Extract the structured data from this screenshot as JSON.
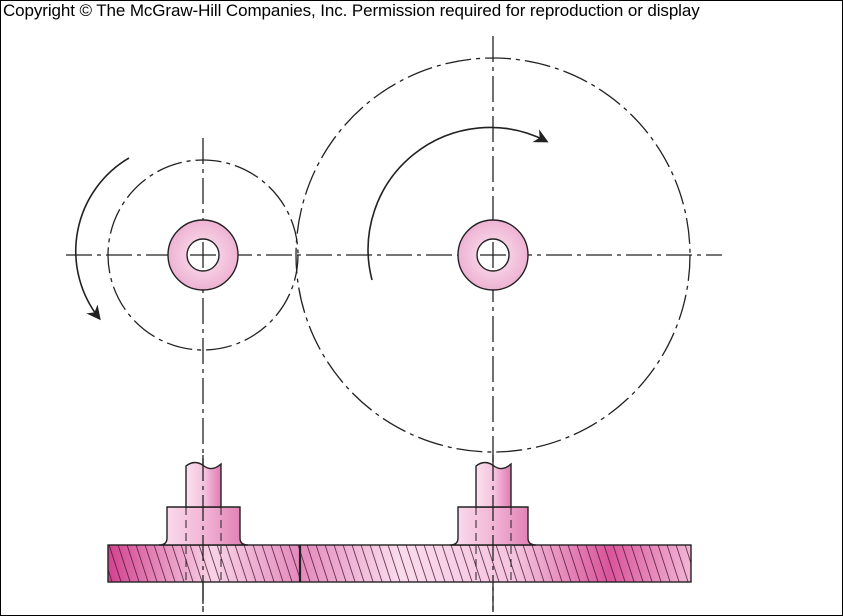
{
  "copyright": "Copyright © The McGraw-Hill Companies, Inc. Permission required for reproduction or display",
  "colors": {
    "hub_fill": "#f0c0da",
    "hub_hole": "#ffffff",
    "base_hatch": "#d2428f",
    "base_light": "#f7d3e6",
    "shaft_light": "#fbe1ef",
    "shaft_dark": "#e07bb3",
    "line": "#222222"
  },
  "diagram": {
    "elements": [
      {
        "name": "small-gear-pitch-circle",
        "kind": "dash-dot circle"
      },
      {
        "name": "large-gear-pitch-circle",
        "kind": "dash-dot circle"
      },
      {
        "name": "small-gear-hub",
        "kind": "annular hub"
      },
      {
        "name": "large-gear-hub",
        "kind": "annular hub"
      },
      {
        "name": "counterclockwise-arrow",
        "kind": "rotation arrow"
      },
      {
        "name": "clockwise-arrow",
        "kind": "rotation arrow"
      },
      {
        "name": "base-plate-section",
        "kind": "hatched cross-section"
      },
      {
        "name": "shaft-left",
        "kind": "shaft with collar"
      },
      {
        "name": "shaft-right",
        "kind": "shaft with collar"
      }
    ]
  }
}
